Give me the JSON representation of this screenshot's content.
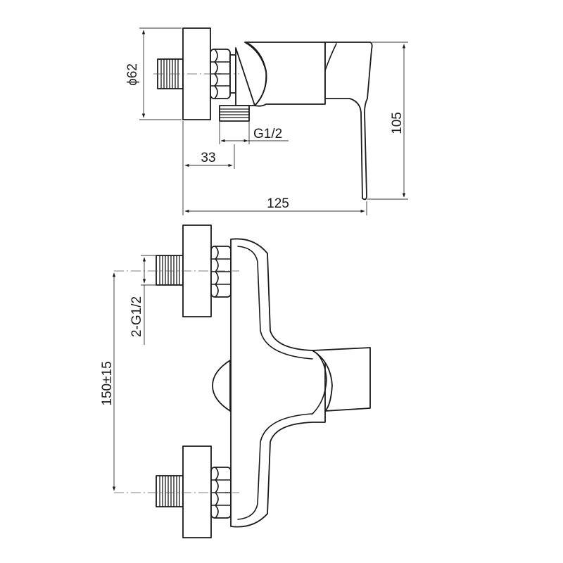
{
  "dimensions": {
    "flange_diameter": "ϕ62",
    "thread_top": "G1/2",
    "offset": "33",
    "height": "105",
    "length": "125",
    "inlet_threads": "2-G1/2",
    "center_distance": "150±15"
  },
  "colors": {
    "line": "#1a1a1a",
    "background": "#ffffff"
  }
}
